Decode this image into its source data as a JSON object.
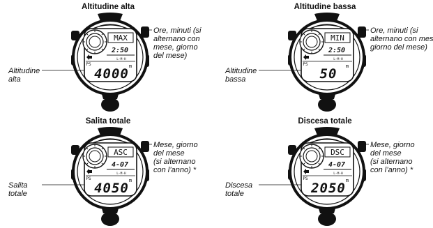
{
  "panels": [
    {
      "title": "Altitudine alta",
      "mode": "MAX",
      "small_digits": "2:50",
      "scale": "L-M-H",
      "unit": "m",
      "big_digits": "4000",
      "ps_label": "PS",
      "callout_right": "Ore, minuti (si\nalternano con\nmese, giorno\ndel mese)",
      "callout_left": "Altitudine\nalta"
    },
    {
      "title": "Altitudine bassa",
      "mode": "MIN",
      "small_digits": "2:50",
      "scale": "L-M-H",
      "unit": "m",
      "big_digits": "50",
      "ps_label": "PS",
      "callout_right": "Ore, minuti (si\nalternano con mese,\ngiorno del mese)",
      "callout_left": "Altitudine\nbassa"
    },
    {
      "title": "Salita totale",
      "mode": "ASC",
      "small_digits": "4-07",
      "scale": "L-M-H",
      "unit": "m",
      "big_digits": "4050",
      "ps_label": "PS",
      "callout_right": "Mese, giorno\ndel mese\n(si alternano\ncon l’anno) *",
      "callout_left": "Salita\ntotale"
    },
    {
      "title": "Discesa totale",
      "mode": "DSC",
      "small_digits": "4-07",
      "scale": "L-M-H",
      "unit": "m",
      "big_digits": "2050",
      "ps_label": "PS",
      "callout_right": "Mese, giorno\ndel mese\n(si alternano\ncon l’anno) *",
      "callout_left": "Discesa\ntotale"
    }
  ]
}
